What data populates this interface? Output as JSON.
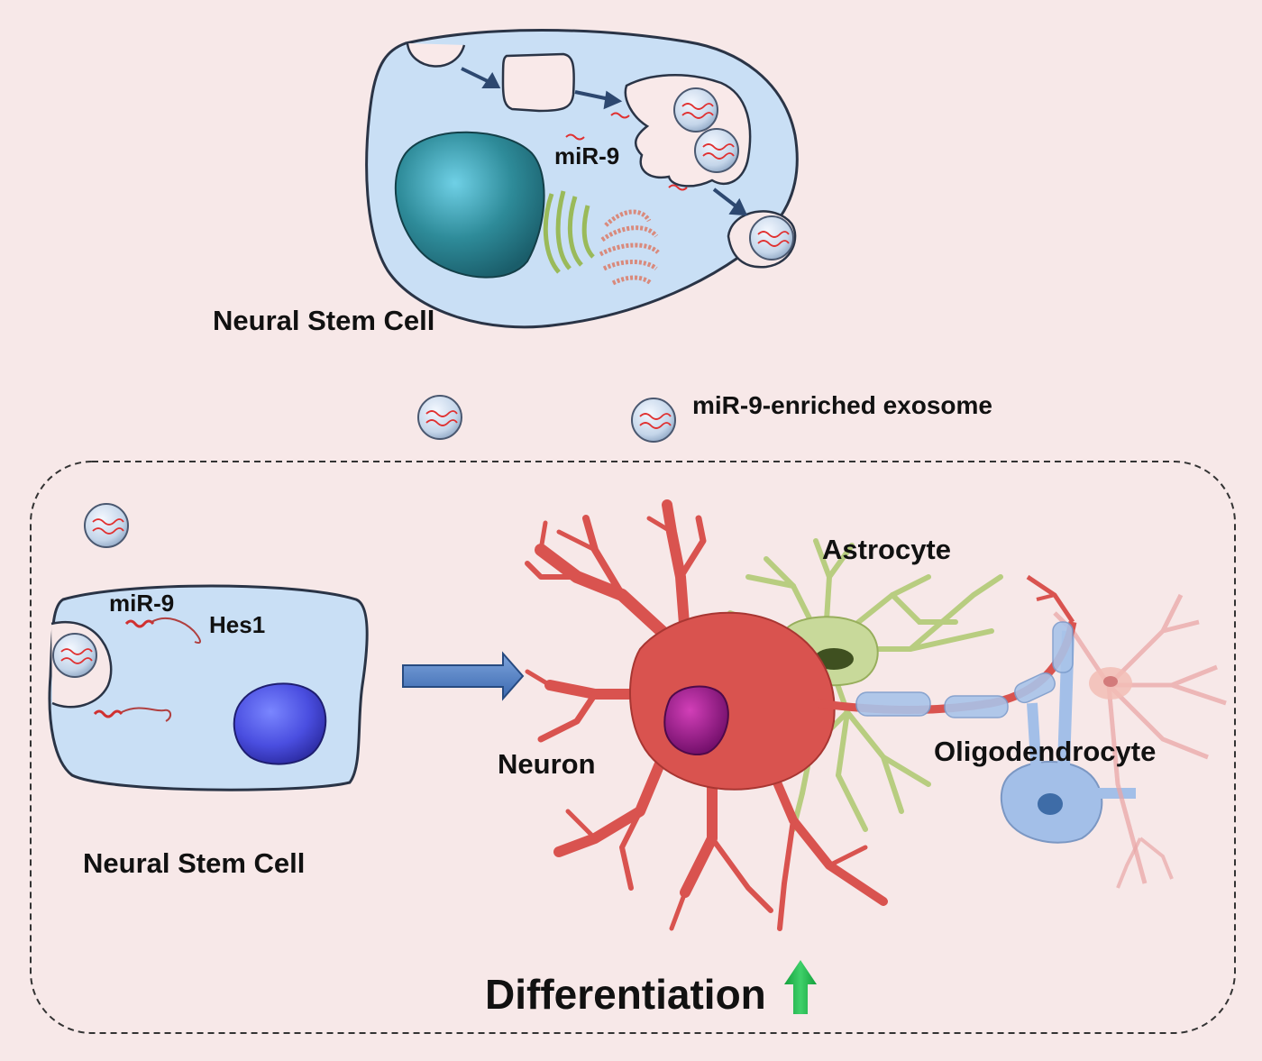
{
  "colors": {
    "background": "#f7e8e8",
    "cell_fill": "#c9dff5",
    "cell_stroke": "#2a3446",
    "nucleus_top": "#2e8b99",
    "nucleus_bottom": "#4a4ee0",
    "neuron": "#d9534f",
    "astrocyte": "#c8d99a",
    "oligodendrocyte": "#9bbbe8",
    "arrow_up": "#22b04a",
    "arrow_right": "#4d7cc0"
  },
  "top_cell": {
    "label": "Neural Stem Cell",
    "mirna_label": "miR-9"
  },
  "legend": {
    "exosome_label": "miR-9-enriched exosome"
  },
  "bottom_cell": {
    "label": "Neural Stem Cell",
    "mirna_label": "miR-9",
    "target_label": "Hes1"
  },
  "cell_types": {
    "astrocyte": "Astrocyte",
    "neuron": "Neuron",
    "oligodendrocyte": "Oligodendrocyte"
  },
  "outcome": {
    "label": "Differentiation",
    "direction_icon": "up-arrow-icon"
  }
}
